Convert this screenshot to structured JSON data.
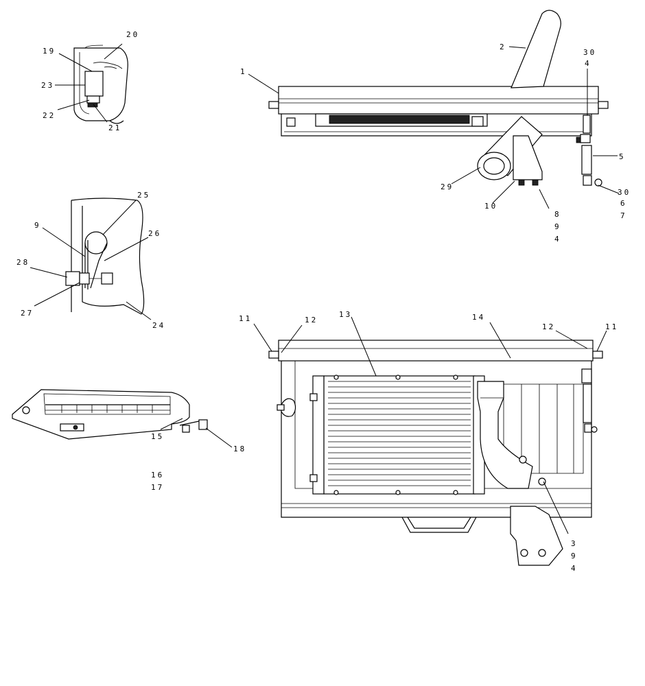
{
  "colors": {
    "ink": "#000000",
    "paper": "#ffffff"
  },
  "callouts": {
    "c1": "1",
    "c2": "2",
    "c3": "3",
    "c4": "4",
    "c5": "5",
    "c6": "6",
    "c7": "7",
    "c8": "8",
    "c9": "9",
    "c10": "10",
    "c11": "11",
    "c12": "12",
    "c13": "13",
    "c14": "14",
    "c15": "15",
    "c16": "16",
    "c17": "17",
    "c18": "18",
    "c19": "19",
    "c20": "20",
    "c21": "21",
    "c22": "22",
    "c23": "23",
    "c24": "24",
    "c25": "25",
    "c26": "26",
    "c27": "27",
    "c28": "28",
    "c29": "29",
    "c30": "30"
  }
}
